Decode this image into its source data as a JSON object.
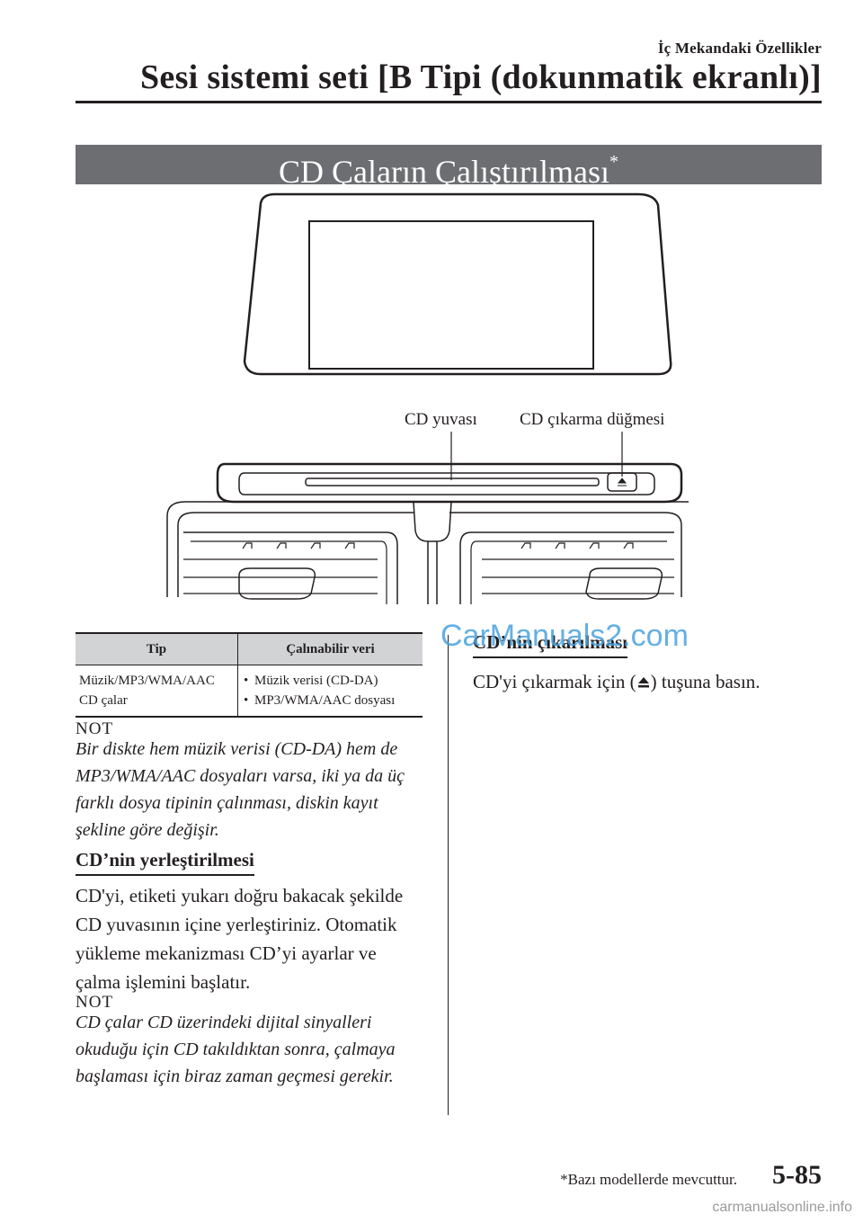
{
  "header": {
    "chapter": "İç Mekandaki Özellikler",
    "section": "Sesi sistemi seti [B Tipi (dokunmatik ekranlı)]"
  },
  "banner": {
    "title": "CD Çaların Çalıştırılması",
    "mark": "*"
  },
  "figure": {
    "label_slot": "CD yuvası",
    "label_eject": "CD çıkarma düğmesi"
  },
  "table": {
    "headers": [
      "Tip",
      "Çalınabilir veri"
    ],
    "type_lines": [
      "Müzik/MP3/WMA/AAC",
      "CD çalar"
    ],
    "data_items": [
      "Müzik verisi (CD-DA)",
      "MP3/WMA/AAC dosyası"
    ]
  },
  "note1": {
    "heading": "NOT",
    "text": "Bir diskte hem müzik verisi (CD-DA) hem de MP3/WMA/AAC dosyaları varsa, iki ya da üç farklı dosya tipinin çalınması, diskin kayıt şekline göre değişir."
  },
  "insert": {
    "heading": "CD’nin yerleştirilmesi",
    "text": "CD'yi, etiketi yukarı doğru bakacak şekilde CD yuvasının içine yerleştiriniz. Otomatik yükleme mekanizması CD’yi ayarlar ve çalma işlemini başlatır."
  },
  "note2": {
    "heading": "NOT",
    "text": "CD çalar CD üzerindeki dijital sinyalleri okuduğu için CD takıldıktan sonra, çalmaya başlaması için biraz zaman geçmesi gerekir."
  },
  "eject": {
    "heading": "CD’nin çıkarılması",
    "text_before": "CD'yi çıkarmak için (",
    "text_after": ") tuşuna basın.",
    "icon": "eject-icon"
  },
  "footer": {
    "footnote": "*Bazı modellerde mevcuttur.",
    "page": "5-85"
  },
  "watermarks": {
    "top": "CarManuals2.com",
    "bottom": "carmanualsonline.info"
  }
}
